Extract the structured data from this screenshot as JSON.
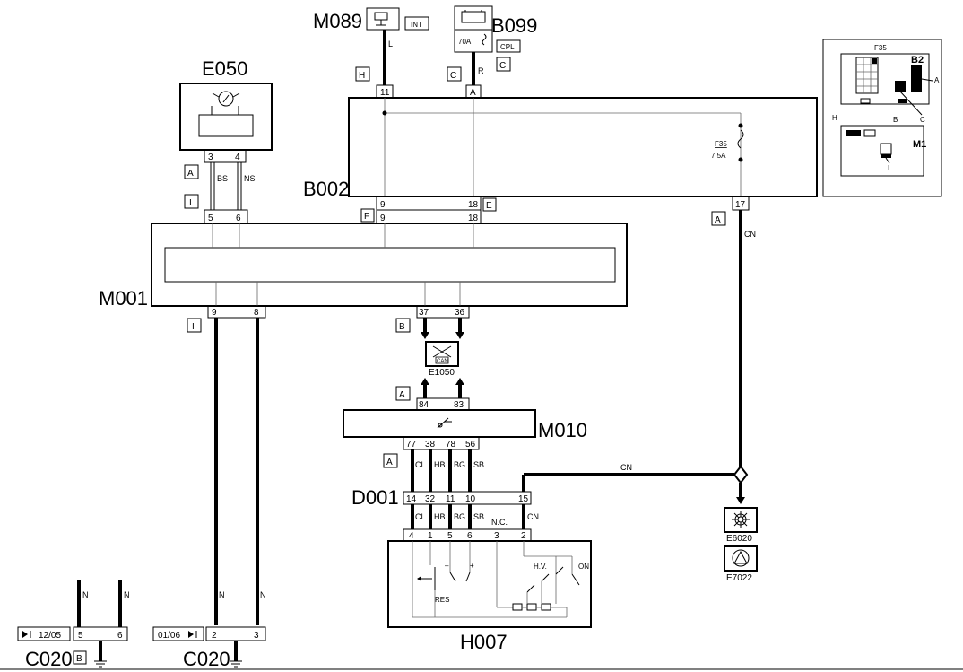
{
  "components": {
    "M089": {
      "name": "M089",
      "tag": "INT"
    },
    "B099": {
      "name": "B099",
      "fuse": "70A",
      "tag": "CPL"
    },
    "E050": {
      "name": "E050"
    },
    "B002": {
      "name": "B002",
      "fuse_name": "F35",
      "fuse_rating": "7.5A"
    },
    "M001": {
      "name": "M001"
    },
    "E1050": {
      "name": "E1050",
      "icon_text": "CAN"
    },
    "M010": {
      "name": "M010"
    },
    "D001": {
      "name": "D001"
    },
    "H007": {
      "name": "H007",
      "res": "RES",
      "hv": "H.V.",
      "on": "ON",
      "minus": "–",
      "plus": "+"
    },
    "E6020": {
      "name": "E6020"
    },
    "E7022": {
      "name": "E7022"
    },
    "C020_left": {
      "name": "C020",
      "tag": "B",
      "date": "12/05"
    },
    "C020_right": {
      "name": "C020",
      "date": "01/06"
    }
  },
  "connectors": {
    "H": "H",
    "C": "C",
    "A": "A",
    "I": "I",
    "F": "F",
    "E": "E",
    "B": "B"
  },
  "pins": {
    "b002_top_11": "11",
    "b002_top_A": "A",
    "e050_3": "3",
    "e050_4": "4",
    "m001_5": "5",
    "m001_6": "6",
    "b002_9": "9",
    "b002_18": "18",
    "b002_17": "17",
    "m001_9": "9",
    "m001_18": "18",
    "m001_b9": "9",
    "m001_b8": "8",
    "m001_37": "37",
    "m001_36": "36",
    "m010_84": "84",
    "m010_83": "83",
    "m010_77": "77",
    "m010_38": "38",
    "m010_78": "78",
    "m010_56": "56",
    "d001_14": "14",
    "d001_32": "32",
    "d001_11": "11",
    "d001_10": "10",
    "d001_15": "15",
    "h007_4": "4",
    "h007_1": "1",
    "h007_5": "5",
    "h007_6": "6",
    "h007_3": "3",
    "h007_2": "2",
    "c020l_5": "5",
    "c020l_6": "6",
    "c020r_2": "2",
    "c020r_3": "3"
  },
  "wires": {
    "L": "L",
    "R": "R",
    "BS": "BS",
    "NS": "NS",
    "CN": "CN",
    "CL": "CL",
    "HB": "HB",
    "BG": "BG",
    "SB": "SB",
    "N": "N",
    "NC": "N.C."
  },
  "inset": {
    "F35": "F35",
    "B2": "B2",
    "M1": "M1",
    "H": "H",
    "A": "A",
    "B": "B",
    "C": "C",
    "I": "I"
  }
}
